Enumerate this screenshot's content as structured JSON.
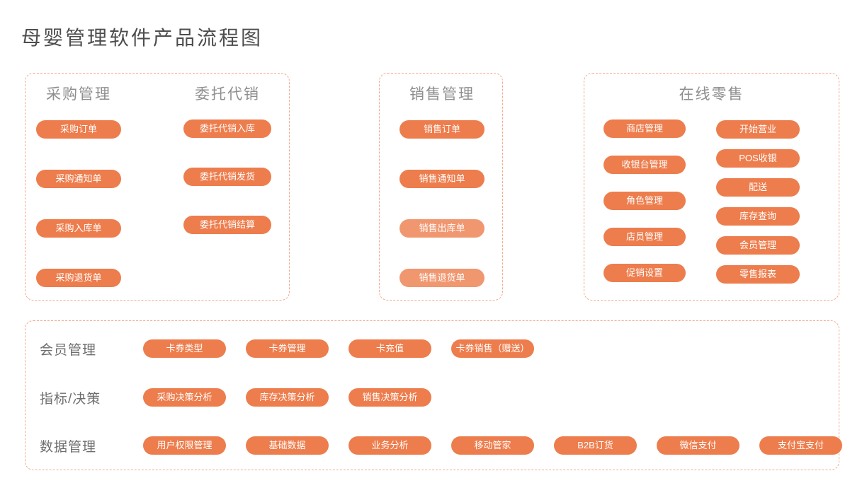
{
  "title": "母婴管理软件产品流程图",
  "palette": {
    "pill_orange": "#ED7D4D",
    "pill_orange_light": "#F09770",
    "dashed_border": "#F3A98C",
    "header_gray": "#8F8F8F",
    "row_label_gray": "#6E6E6E",
    "title_gray": "#4D4D4D",
    "pill_text": "#FFFFFF"
  },
  "groups": {
    "purchase": {
      "header": "采购管理",
      "pills": [
        "采购订单",
        "采购通知单",
        "采购入库单",
        "采购退货单"
      ]
    },
    "consignment": {
      "header": "委托代销",
      "pills": [
        "委托代销入库",
        "委托代销发货",
        "委托代销结算"
      ]
    },
    "sales": {
      "header": "销售管理",
      "pills": [
        {
          "label": "销售订单"
        },
        {
          "label": "销售通知单"
        },
        {
          "label": "销售出库单",
          "variant": "light"
        },
        {
          "label": "销售退货单",
          "variant": "light"
        }
      ]
    },
    "retail": {
      "header": "在线零售",
      "left_pills": [
        "商店管理",
        "收银台管理",
        "角色管理",
        "店员管理",
        "促销设置"
      ],
      "right_pills": [
        "开始营业",
        "POS收银",
        "配送",
        "库存查询",
        "会员管理",
        "零售报表"
      ]
    },
    "bottom": {
      "rows": [
        {
          "label": "会员管理",
          "pills": [
            "卡券类型",
            "卡券管理",
            "卡充值",
            "卡券销售（赠送）"
          ]
        },
        {
          "label": "指标/决策",
          "pills": [
            "采购决策分析",
            "库存决策分析",
            "销售决策分析"
          ]
        },
        {
          "label": "数据管理",
          "pills": [
            "用户权限管理",
            "基础数据",
            "业务分析",
            "移动管家",
            "B2B订货",
            "微信支付",
            "支付宝支付"
          ]
        }
      ]
    }
  }
}
